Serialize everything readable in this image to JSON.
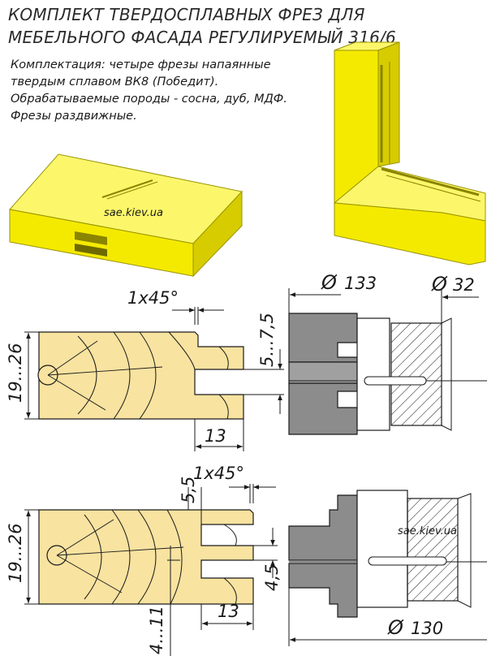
{
  "title": {
    "line1": "КОМПЛЕКТ ТВЕРДОСПЛАВНЫХ ФРЕЗ ДЛЯ",
    "line2": "МЕБЕЛЬНОГО ФАСАДА РЕГУЛИРУЕМЫЙ 316/6"
  },
  "description": {
    "line1": "Комплектация: четыре фрезы напаянные",
    "line2": "твердым сплавом ВК8 (Победит).",
    "line3": "Обрабатываемые породы - сосна, дуб, МДФ.",
    "line4": "Фрезы раздвижные."
  },
  "watermark": {
    "top": "sae.kiev.ua",
    "bottom": "sae.kiev.ua"
  },
  "dimensions": {
    "top": {
      "chamfer": "1x45°",
      "groove_depth": "5...7,5",
      "thickness": "19...26",
      "tenon_length": "13",
      "diameter": "133",
      "bore": "32",
      "diameter_symbol": "Ø"
    },
    "bottom": {
      "groove": "5,5",
      "chamfer": "1x45°",
      "thickness": "19...26",
      "offset": "4...11",
      "tenon_length": "13",
      "groove_width": "4,5",
      "diameter": "130",
      "diameter_symbol": "Ø"
    }
  },
  "colors": {
    "profile_yellow": "#f4ea00",
    "wood_fill": "#f8e3a0",
    "cutter_gray": "#8c8c8c",
    "line": "#1a1a1a"
  }
}
